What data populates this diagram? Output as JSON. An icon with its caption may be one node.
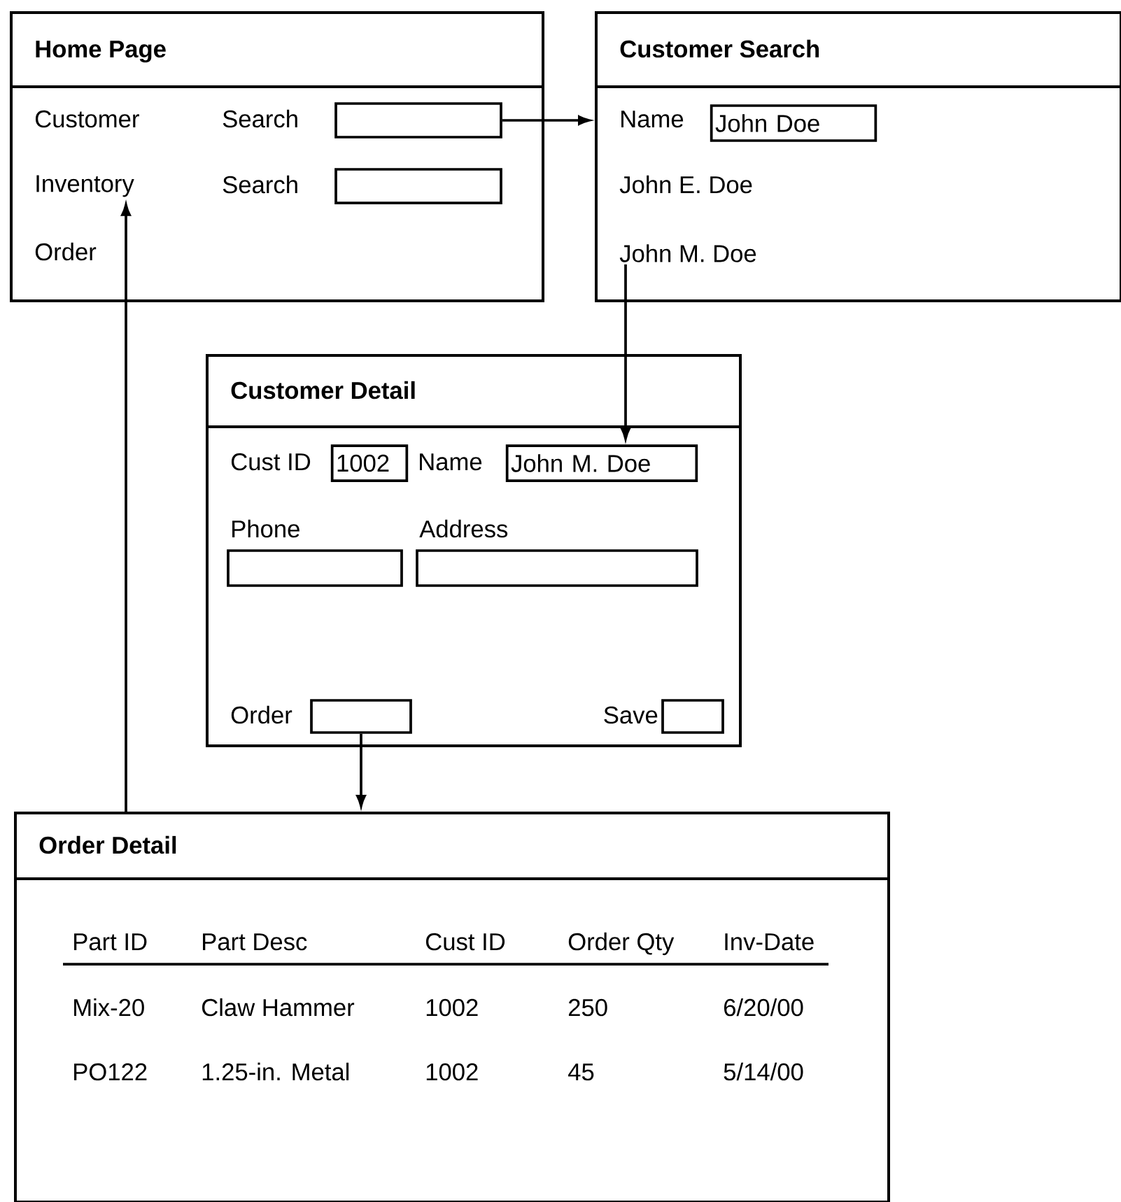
{
  "diagram": {
    "nodes": [
      {
        "text": [
          "Home Page"
        ]
      },
      {
        "text": [],
        "shape": "box",
        "in": 0,
        "beside": [
          "Search"
        ]
      },
      {
        "text": [],
        "shape": "box",
        "in": 0,
        "beside": [
          "Search"
        ]
      },
      {
        "text": [
          "Inventory"
        ],
        "in": 0
      },
      {
        "text": [
          "Customer Search"
        ]
      },
      {
        "text": [
          "John Doe"
        ],
        "in": 4,
        "beside": [
          "Name"
        ]
      },
      {
        "text": [
          "John M. Doe"
        ],
        "in": 4
      },
      {
        "text": [
          "Customer Detail"
        ]
      },
      {
        "text": [
          "1002"
        ],
        "in": 7,
        "beside": [
          "Cust ID"
        ]
      },
      {
        "text": [
          "John M. Doe"
        ],
        "in": 7,
        "beside": [
          "Name"
        ]
      },
      {
        "text": [],
        "shape": "box",
        "in": 7,
        "beside": [
          "Phone"
        ]
      },
      {
        "text": [],
        "shape": "box",
        "in": 7,
        "beside": [
          "Address"
        ]
      },
      {
        "text": [],
        "shape": "box",
        "in": 7,
        "beside": [
          "Order"
        ]
      },
      {
        "text": [],
        "shape": "box",
        "in": 7,
        "beside": [
          "Save"
        ]
      },
      {
        "text": [
          "Order Detail"
        ]
      }
    ],
    "edges": [
      {
        "from": 1,
        "to": 4,
        "arrow": "to"
      },
      {
        "from": 6,
        "to": 9,
        "arrow": "to"
      },
      {
        "from": 12,
        "to": 14,
        "arrow": "to"
      },
      {
        "from": 14,
        "to": 3,
        "arrow": "to"
      }
    ],
    "labels": [
      "Customer",
      "Order",
      "John E. Doe",
      "Part ID",
      "Part Desc",
      "Cust ID",
      "Order Qty",
      "Inv-Date",
      "Mix-20",
      "Claw Hammer",
      "1002",
      "250",
      "6/20/00",
      "PO122",
      "1.25-in. Metal",
      "1002",
      "45",
      "5/14/00"
    ]
  }
}
